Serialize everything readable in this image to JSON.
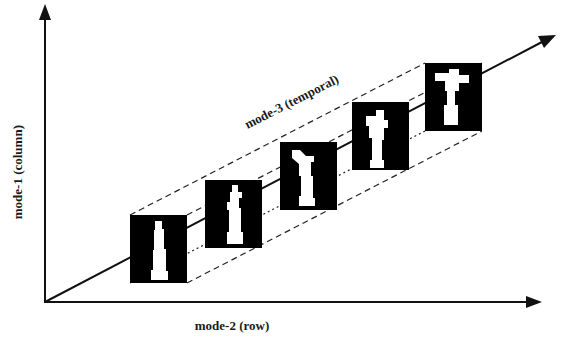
{
  "diagram": {
    "labels": [
      "mode-1 (column)",
      "mode-2 (row)",
      "mode-3 (temporal)"
    ]
  }
}
